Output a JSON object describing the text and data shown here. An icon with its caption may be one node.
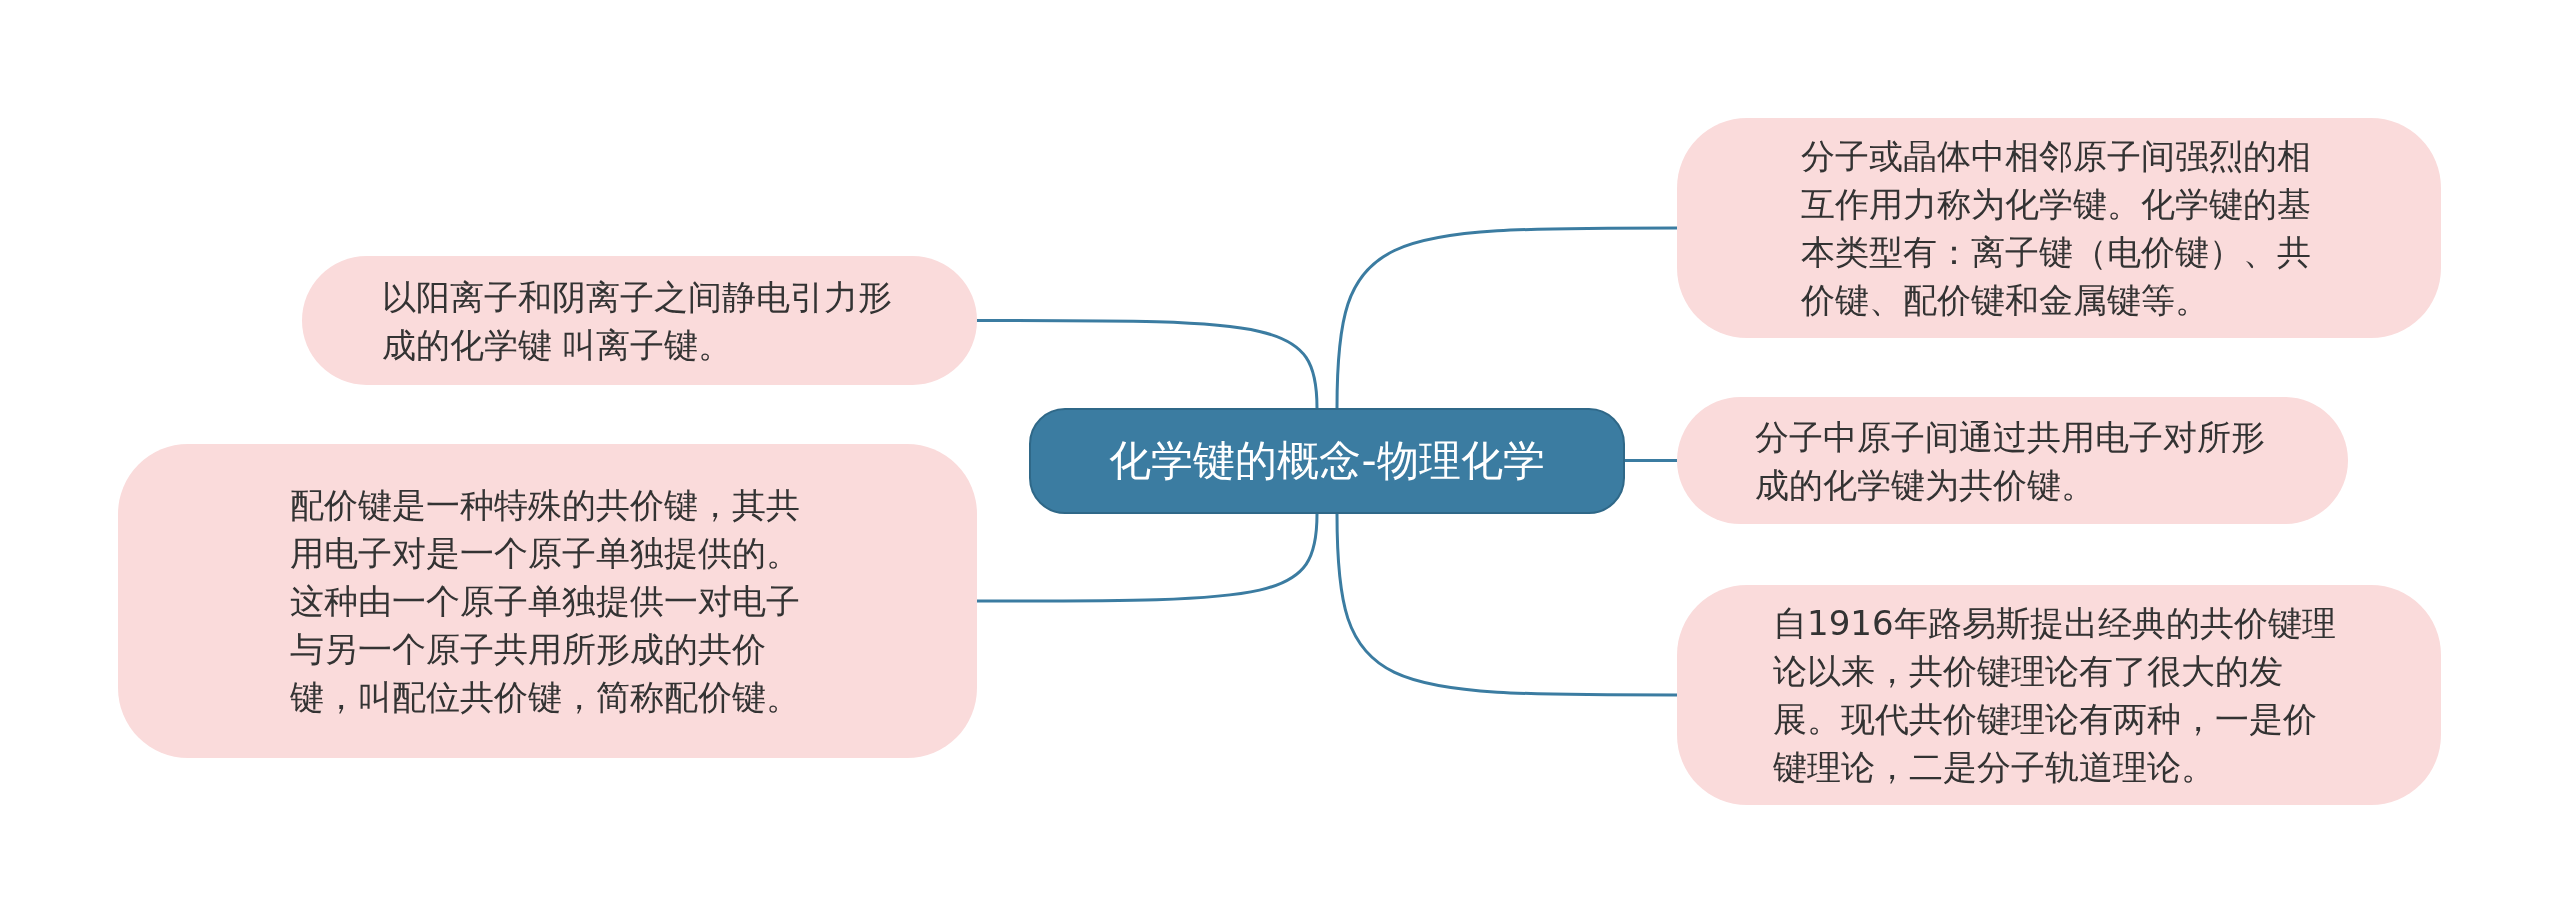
{
  "diagram": {
    "nodes": [
      {
        "text": [
          "化学键的概念-物理化学"
        ]
      },
      {
        "text": [
          "分子或晶体中相邻原子间强烈的相互作用力称为化学键。化学键的基本类型有：离子键（电价键）、共价键、配价键和金属键等。"
        ]
      },
      {
        "text": [
          "分子中原子间通过共用电子对所形成的化学键为共价键。"
        ]
      },
      {
        "text": [
          "自1916年路易斯提出经典的共价键理论以来，共价键理论有了很大的发展。现代共价键理论有两种，一是价键理论，二是分子轨道理论。"
        ]
      },
      {
        "text": [
          "以阳离子和阴离子之间静电引力形成的化学键 叫离子键。"
        ]
      },
      {
        "text": [
          "配价键是一种特殊的共价键，其共用电子对是一个原子单独提供的。这种由一个原子单独提供一对电子与另一个原子共用所形成的共价键，叫配位共价键，简称配价键。"
        ]
      }
    ],
    "edges": [
      {
        "from": 0,
        "to": 1,
        "arrow": "none"
      },
      {
        "from": 0,
        "to": 2,
        "arrow": "none"
      },
      {
        "from": 0,
        "to": 3,
        "arrow": "none"
      },
      {
        "from": 0,
        "to": 4,
        "arrow": "none"
      },
      {
        "from": 0,
        "to": 5,
        "arrow": "none"
      }
    ]
  }
}
